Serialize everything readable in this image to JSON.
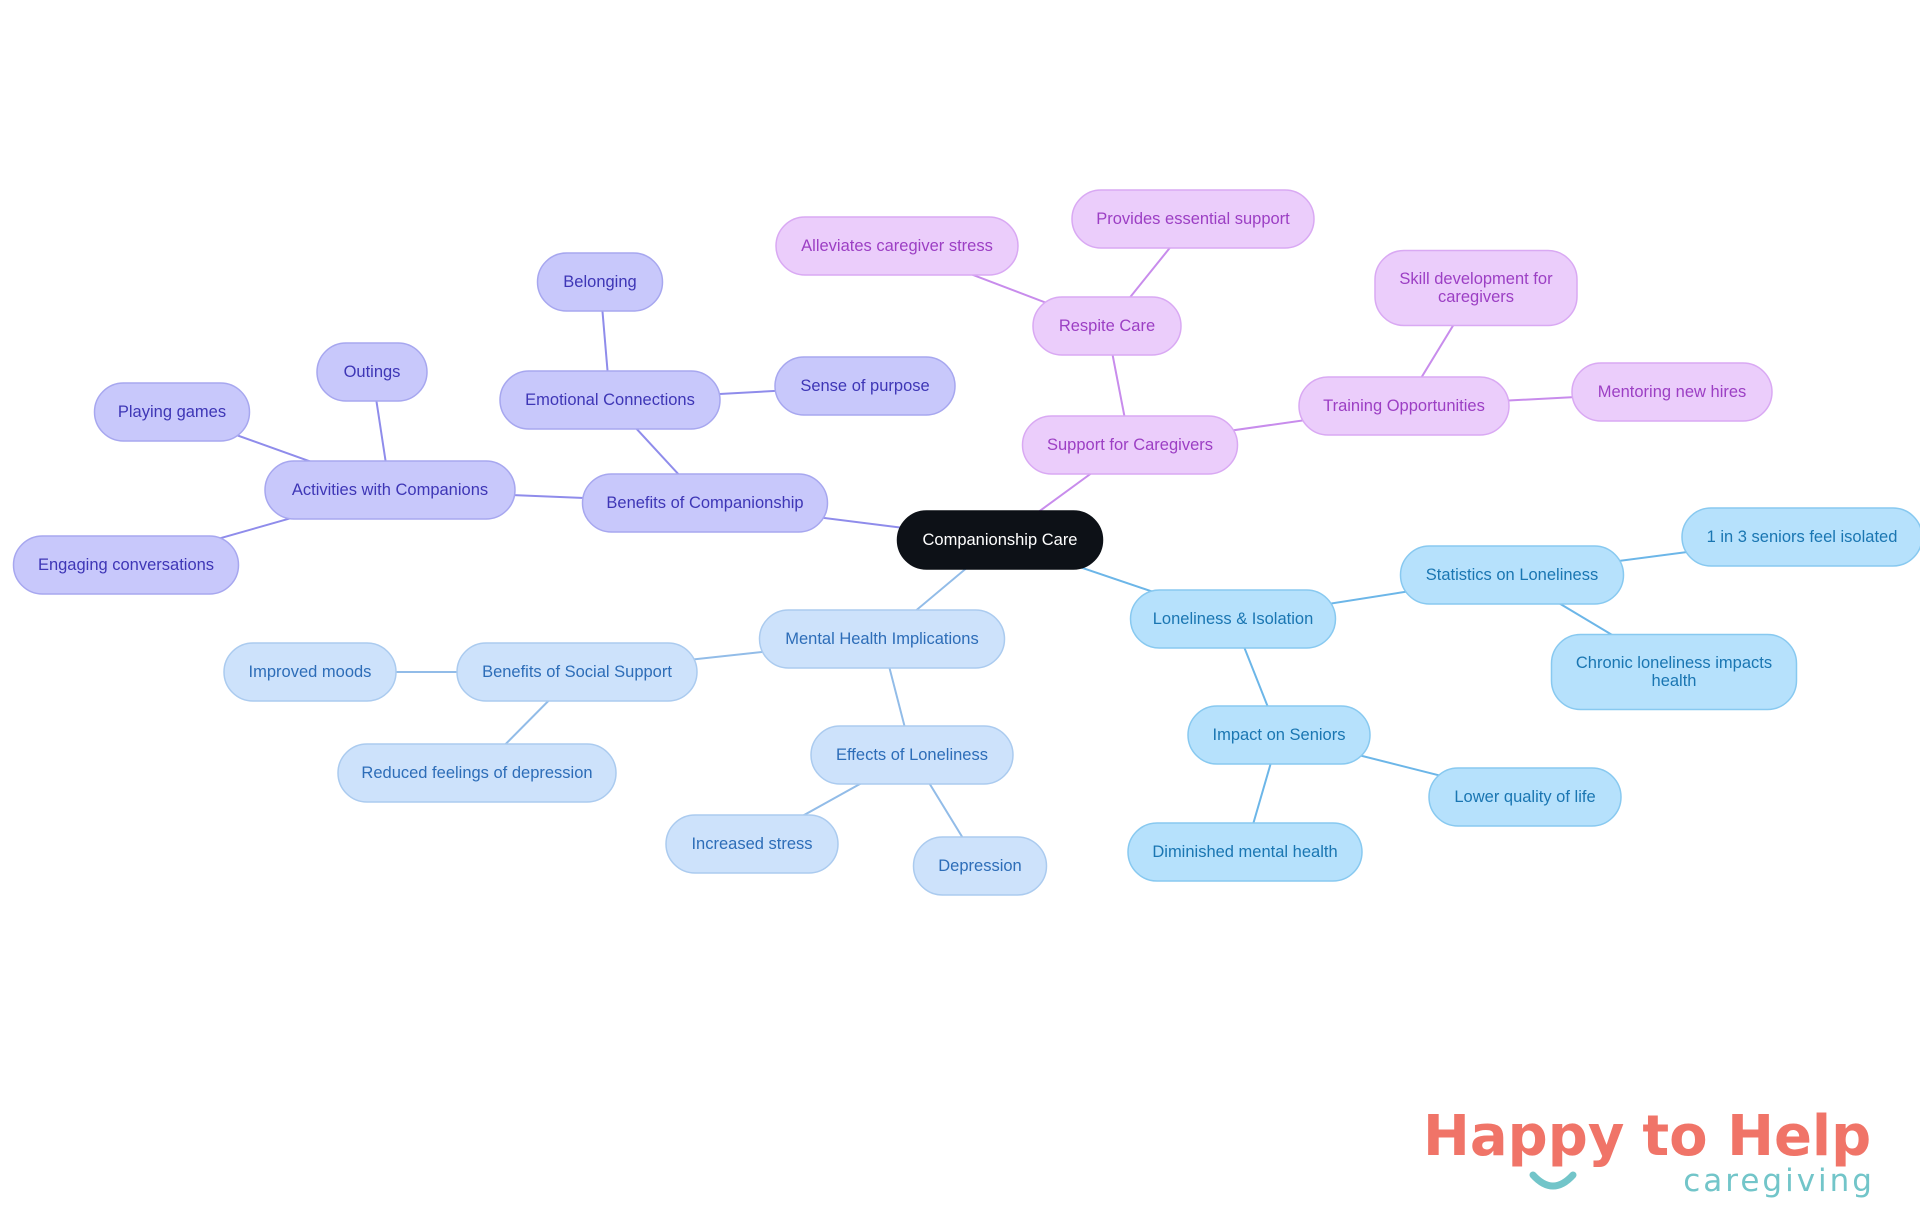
{
  "colors": {
    "root": {
      "fill": "#0d1117",
      "stroke": "#0d1117",
      "text": "#ffffff",
      "line": "#0d1117"
    },
    "indigo": {
      "fill": "#c8c8fb",
      "stroke": "#a7a7ef",
      "text": "#3e36b6",
      "line": "#8f8ceb"
    },
    "purple": {
      "fill": "#ebcdfb",
      "stroke": "#d9a9f3",
      "text": "#9c3fc4",
      "line": "#c88cec"
    },
    "lightblue": {
      "fill": "#cde2fb",
      "stroke": "#abcbef",
      "text": "#2d6db8",
      "line": "#92bce8"
    },
    "cyan": {
      "fill": "#b6e1fc",
      "stroke": "#88c9f0",
      "text": "#1a76b2",
      "line": "#6cb6e8"
    },
    "logo_coral": "#f07468",
    "logo_teal": "#72c5c9"
  },
  "mindmap": {
    "nodes": [
      {
        "id": "root",
        "label": "Companionship Care",
        "group": "root"
      },
      {
        "id": "benefits",
        "label": "Benefits of Companionship",
        "group": "indigo"
      },
      {
        "id": "activities",
        "label": "Activities with Companions",
        "group": "indigo"
      },
      {
        "id": "outings",
        "label": "Outings",
        "group": "indigo"
      },
      {
        "id": "games",
        "label": "Playing games",
        "group": "indigo"
      },
      {
        "id": "conversations",
        "label": "Engaging conversations",
        "group": "indigo"
      },
      {
        "id": "emotional",
        "label": "Emotional Connections",
        "group": "indigo"
      },
      {
        "id": "belonging",
        "label": "Belonging",
        "group": "indigo"
      },
      {
        "id": "purpose",
        "label": "Sense of purpose",
        "group": "indigo"
      },
      {
        "id": "support",
        "label": "Support for Caregivers",
        "group": "purple"
      },
      {
        "id": "respite",
        "label": "Respite Care",
        "group": "purple"
      },
      {
        "id": "essential",
        "label": "Provides essential support",
        "group": "purple"
      },
      {
        "id": "stress",
        "label": "Alleviates caregiver stress",
        "group": "purple"
      },
      {
        "id": "training",
        "label": "Training Opportunities",
        "group": "purple"
      },
      {
        "id": "skill",
        "label": "Skill development for caregivers",
        "group": "purple",
        "lines": [
          "Skill development for",
          "caregivers"
        ]
      },
      {
        "id": "mentoring",
        "label": "Mentoring new hires",
        "group": "purple"
      },
      {
        "id": "mental",
        "label": "Mental Health Implications",
        "group": "lightblue"
      },
      {
        "id": "social",
        "label": "Benefits of Social Support",
        "group": "lightblue"
      },
      {
        "id": "moods",
        "label": "Improved moods",
        "group": "lightblue"
      },
      {
        "id": "reduced",
        "label": "Reduced feelings of depression",
        "group": "lightblue"
      },
      {
        "id": "effects",
        "label": "Effects of Loneliness",
        "group": "lightblue"
      },
      {
        "id": "incstress",
        "label": "Increased stress",
        "group": "lightblue"
      },
      {
        "id": "depression",
        "label": "Depression",
        "group": "lightblue"
      },
      {
        "id": "loneliness",
        "label": "Loneliness & Isolation",
        "group": "cyan"
      },
      {
        "id": "stats",
        "label": "Statistics on Loneliness",
        "group": "cyan"
      },
      {
        "id": "onein3",
        "label": "1 in 3 seniors feel isolated",
        "group": "cyan"
      },
      {
        "id": "chronic",
        "label": "Chronic loneliness impacts health",
        "group": "cyan",
        "lines": [
          "Chronic loneliness impacts",
          "health"
        ]
      },
      {
        "id": "impact",
        "label": "Impact on Seniors",
        "group": "cyan"
      },
      {
        "id": "quality",
        "label": "Lower quality of life",
        "group": "cyan"
      },
      {
        "id": "diminished",
        "label": "Diminished mental health",
        "group": "cyan"
      }
    ],
    "edges": [
      [
        "root",
        "benefits"
      ],
      [
        "benefits",
        "activities"
      ],
      [
        "activities",
        "outings"
      ],
      [
        "activities",
        "games"
      ],
      [
        "activities",
        "conversations"
      ],
      [
        "benefits",
        "emotional"
      ],
      [
        "emotional",
        "belonging"
      ],
      [
        "emotional",
        "purpose"
      ],
      [
        "root",
        "support"
      ],
      [
        "support",
        "respite"
      ],
      [
        "respite",
        "essential"
      ],
      [
        "respite",
        "stress"
      ],
      [
        "support",
        "training"
      ],
      [
        "training",
        "skill"
      ],
      [
        "training",
        "mentoring"
      ],
      [
        "root",
        "mental"
      ],
      [
        "mental",
        "social"
      ],
      [
        "social",
        "moods"
      ],
      [
        "social",
        "reduced"
      ],
      [
        "mental",
        "effects"
      ],
      [
        "effects",
        "incstress"
      ],
      [
        "effects",
        "depression"
      ],
      [
        "root",
        "loneliness"
      ],
      [
        "loneliness",
        "stats"
      ],
      [
        "stats",
        "onein3"
      ],
      [
        "stats",
        "chronic"
      ],
      [
        "loneliness",
        "impact"
      ],
      [
        "impact",
        "quality"
      ],
      [
        "impact",
        "diminished"
      ]
    ]
  },
  "logo": {
    "name_part1": "Happy",
    "name_part2": "to Help",
    "tagline": "caregiving"
  }
}
